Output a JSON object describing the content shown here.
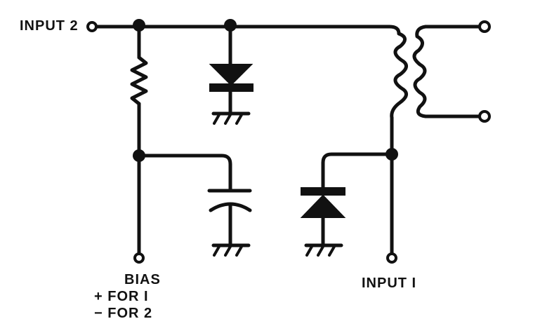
{
  "labels": {
    "input2": "INPUT 2",
    "input1": "INPUT I",
    "bias_title": "BIAS",
    "bias_plus": "+ FOR I",
    "bias_minus": "− FOR 2"
  }
}
